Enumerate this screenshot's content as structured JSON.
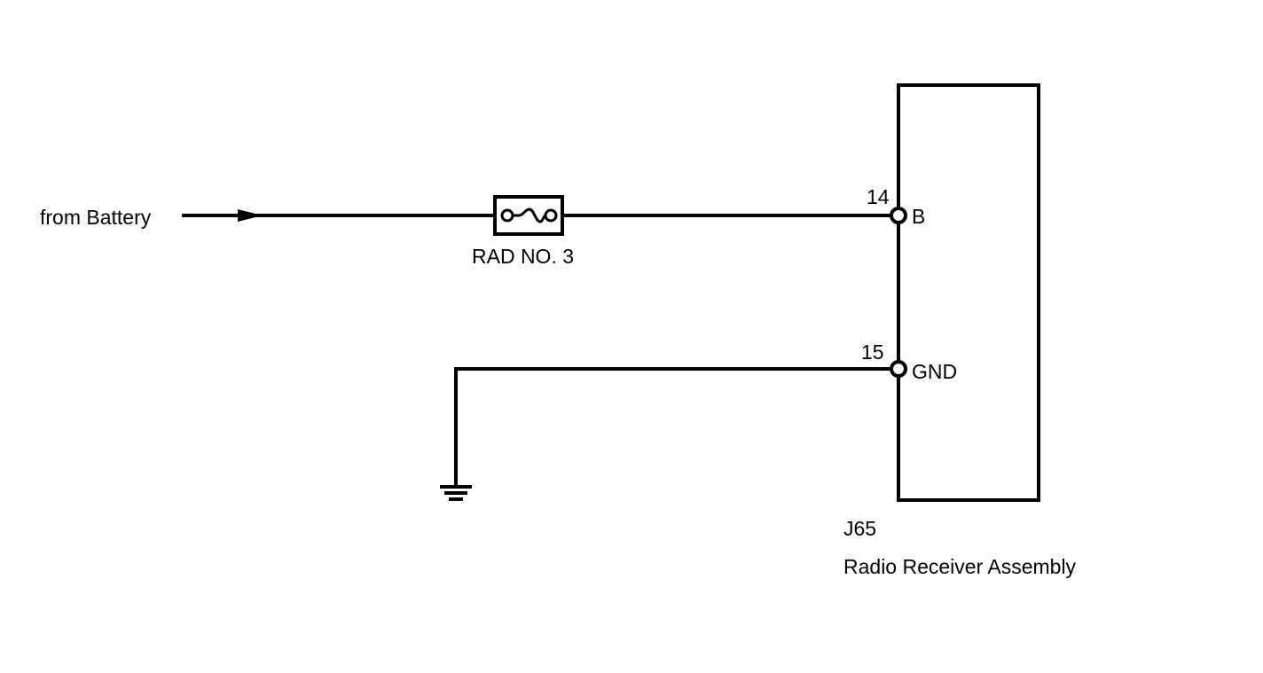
{
  "source": {
    "label": "from Battery"
  },
  "fuse": {
    "label": "RAD NO. 3"
  },
  "component": {
    "code": "J65",
    "name": "Radio Receiver Assembly"
  },
  "pins": [
    {
      "number": "14",
      "name": "B"
    },
    {
      "number": "15",
      "name": "GND"
    }
  ],
  "colors": {
    "wire": "#000000",
    "background": "#ffffff"
  }
}
